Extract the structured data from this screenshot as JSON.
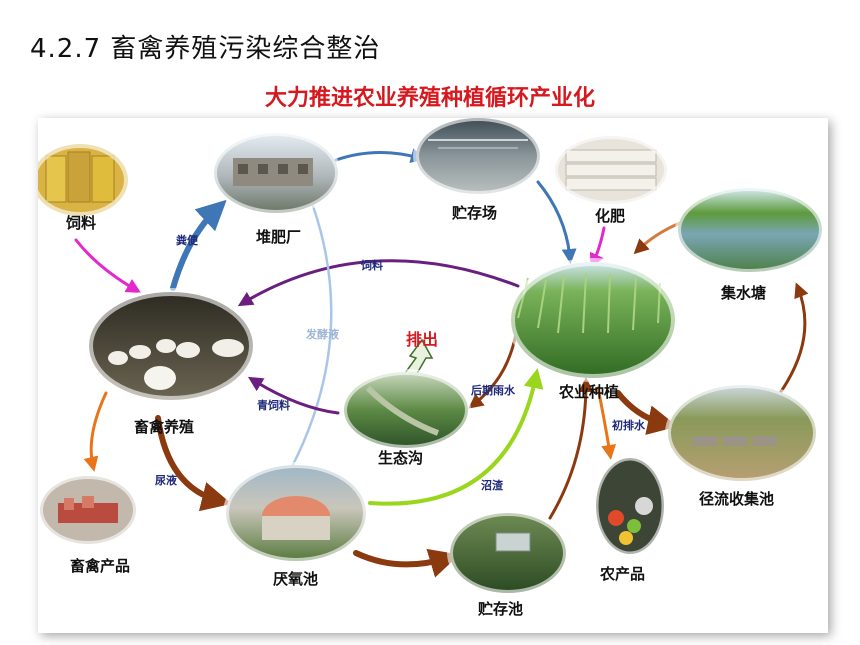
{
  "heading": "4.2.7 畜禽养殖污染综合整治",
  "subtitle": "大力推进农业养殖种植循环产业化",
  "nodes": {
    "feed": "饲料",
    "compost": "堆肥厂",
    "storage_yard": "贮存场",
    "fertilizer": "化肥",
    "pond": "集水塘",
    "livestock": "畜禽养殖",
    "agriculture": "农业种植",
    "eco_ditch": "生态沟",
    "livestock_products": "畜禽产品",
    "biogas": "厌氧池",
    "storage_pool": "贮存池",
    "farm_products": "农产品",
    "runoff_pool": "径流收集池"
  },
  "edges": {
    "manure": "粪便",
    "feed_return": "饲料",
    "ferment_liquid": "发酵液",
    "discharge": "排出",
    "late_rain": "后期雨水",
    "green_feed": "青饲料",
    "urine": "尿液",
    "residue": "沼渣",
    "first_drain": "初排水"
  }
}
